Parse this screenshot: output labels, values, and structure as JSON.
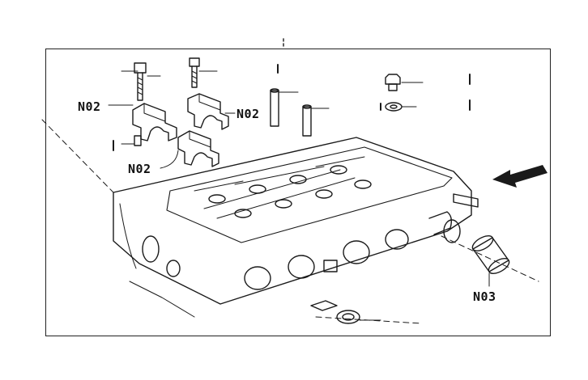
{
  "diagram": {
    "callouts": {
      "left_bracket": "N02",
      "right_bracket": "N02",
      "lower_bracket": "N02",
      "valve_plug": "N03"
    },
    "colors": {
      "ink": "#1a1a1a",
      "background": "#ffffff"
    }
  }
}
